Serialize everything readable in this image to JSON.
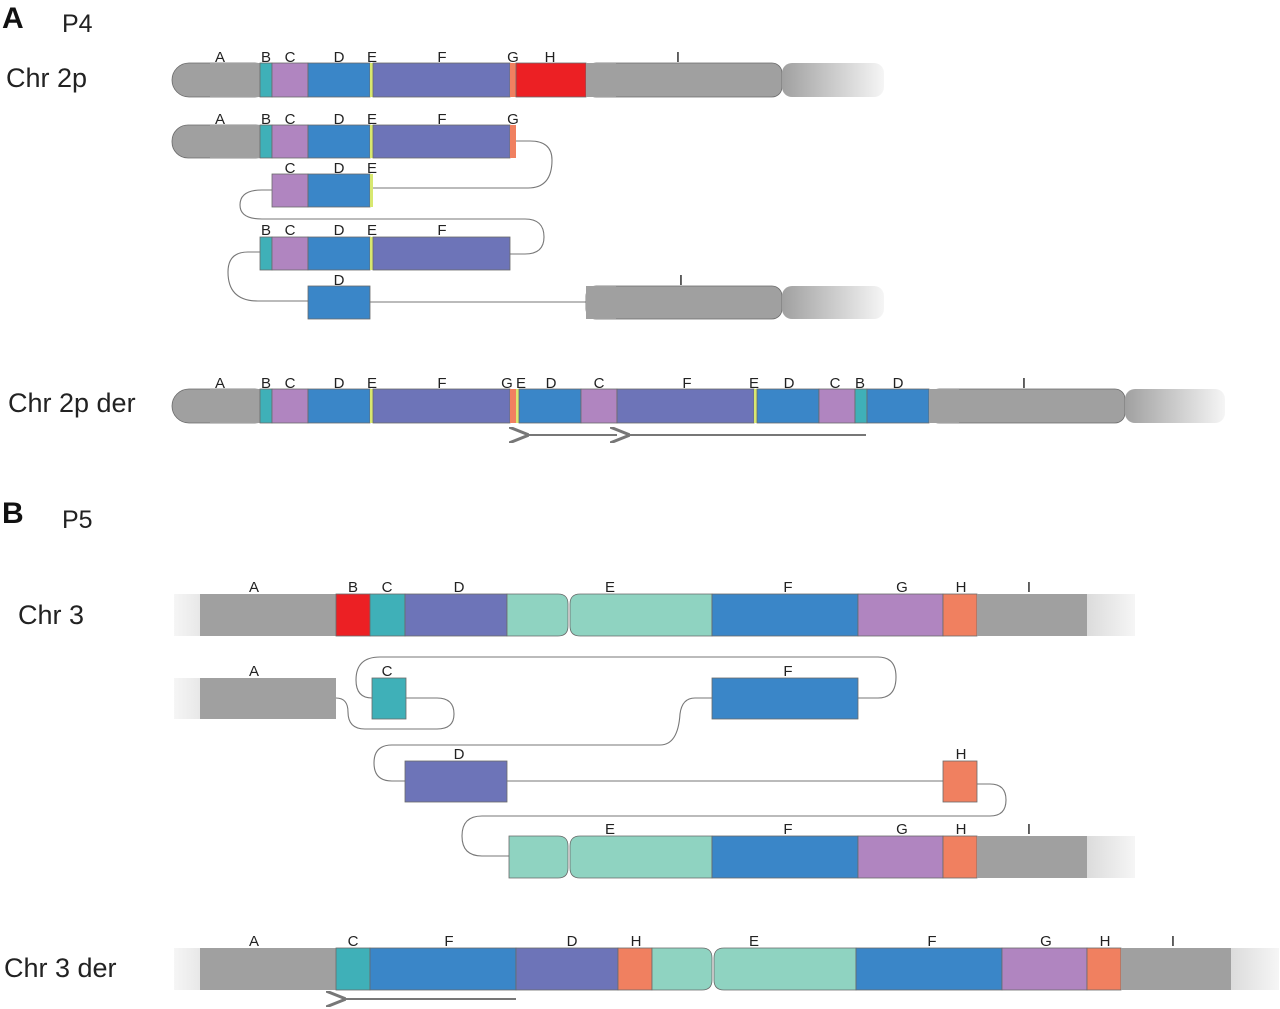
{
  "panel_a": {
    "letter": "A",
    "patient": "P4",
    "rows": {
      "chr": {
        "name": "Chr 2p",
        "labels": [
          "A",
          "B",
          "C",
          "D",
          "E",
          "F",
          "G",
          "H",
          "I"
        ]
      },
      "r1": {
        "labels": [
          "A",
          "B",
          "C",
          "D",
          "E",
          "F",
          "G"
        ]
      },
      "r2": {
        "labels": [
          "C",
          "D",
          "E"
        ]
      },
      "r3": {
        "labels": [
          "B",
          "C",
          "D",
          "E",
          "F"
        ]
      },
      "r4": {
        "labels": [
          "D",
          "I"
        ]
      },
      "der": {
        "name": "Chr 2p der",
        "labels": [
          "A",
          "B",
          "C",
          "D",
          "E",
          "F",
          "G",
          "E",
          "D",
          "C",
          "F",
          "E",
          "D",
          "C",
          "B",
          "D",
          "I"
        ]
      }
    }
  },
  "panel_b": {
    "letter": "B",
    "patient": "P5",
    "rows": {
      "chr": {
        "name": "Chr 3",
        "labels": [
          "A",
          "B",
          "C",
          "D",
          "E",
          "F",
          "G",
          "H",
          "I"
        ]
      },
      "r1": {
        "labels": [
          "A",
          "C",
          "F"
        ]
      },
      "r2": {
        "labels": [
          "D",
          "H"
        ]
      },
      "r3": {
        "labels": [
          "E",
          "F",
          "G",
          "H",
          "I"
        ]
      },
      "der": {
        "name": "Chr 3 der",
        "labels": [
          "A",
          "C",
          "F",
          "D",
          "H",
          "E",
          "F",
          "G",
          "H",
          "I"
        ]
      }
    }
  },
  "colors": {
    "A": "#a0a0a0",
    "B": "#3fb0b8",
    "C": "#b085c0",
    "D": "#3a86c8",
    "E": "#d8e870",
    "F": "#6d74b8",
    "G": "#f08060",
    "H": "#ec2024",
    "I": "#a0a0a0",
    "p5_B": "#ec2024",
    "p5_C": "#3fb0b8",
    "p5_D": "#6d74b8",
    "p5_E": "#8fd3c1",
    "p5_F": "#3a86c8",
    "p5_G": "#b085c0",
    "p5_H": "#f08060"
  }
}
